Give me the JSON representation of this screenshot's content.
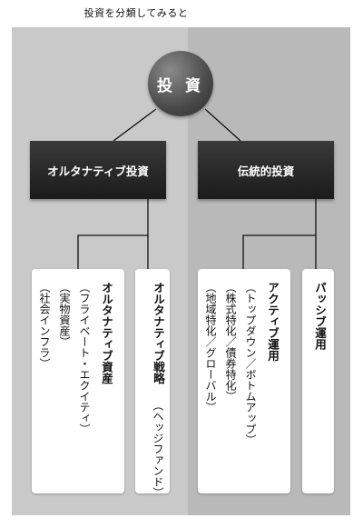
{
  "caption": "投資を分類してみると",
  "root": {
    "label": "投 資"
  },
  "categories": [
    {
      "label": "オルタナティブ投資",
      "items": [
        {
          "title": "オルタナティブ資産",
          "lines": [
            "（フライベート・エクイティ）",
            "（実物資産）",
            "（社会インフラ）"
          ]
        },
        {
          "title": "オルタナティブ戦略",
          "lines": [
            "（ヘッジファンド）"
          ]
        }
      ]
    },
    {
      "label": "伝統的投資",
      "items": [
        {
          "title": "アクティブ運用",
          "lines": [
            "（トップダウン／ボトムアップ）",
            "（株式特化／債券特化）",
            "（地域特化／グローバル）"
          ]
        },
        {
          "title": "パッシブ運用",
          "lines": []
        }
      ]
    }
  ],
  "colors": {
    "left_panel": "#c9c9c9",
    "right_panel": "#b9b9b9",
    "node_dark": "#222222",
    "connector": "#111111"
  }
}
